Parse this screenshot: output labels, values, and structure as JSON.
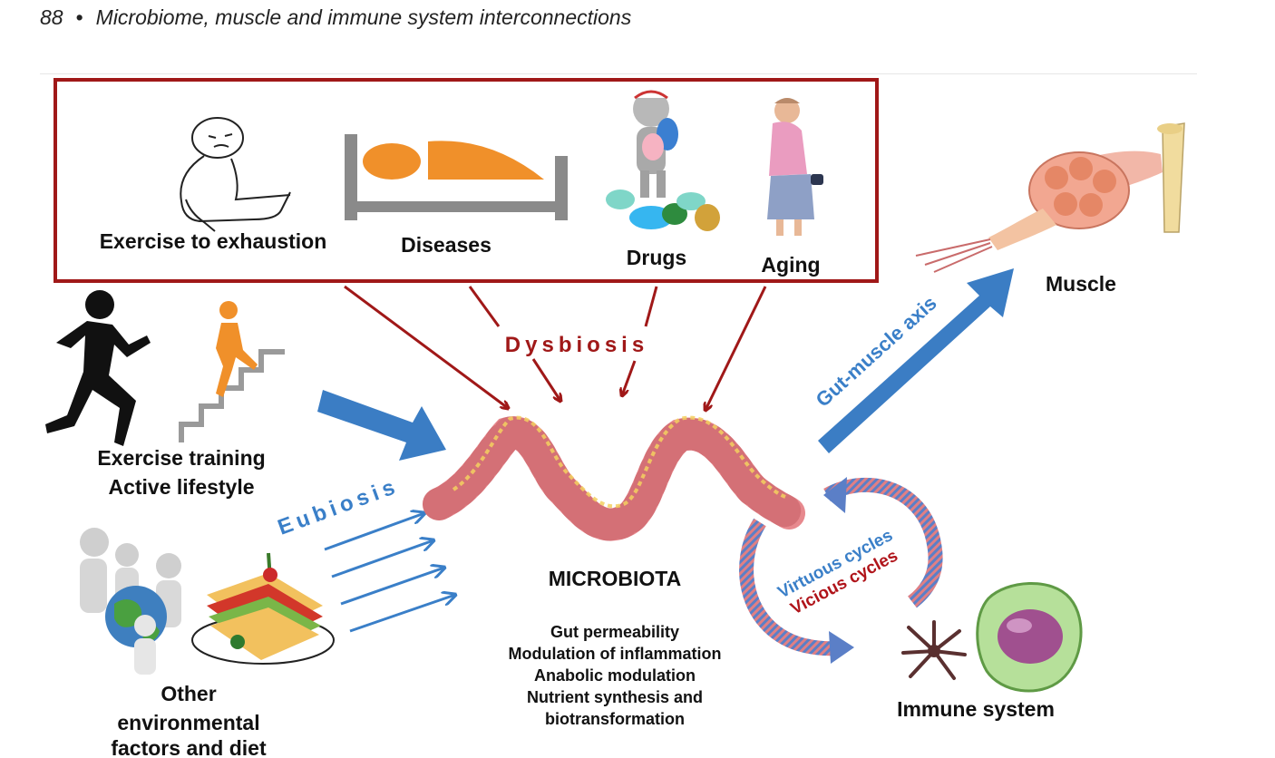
{
  "header": {
    "page_number": "88",
    "separator": "•",
    "running_title": "Microbiome, muscle and immune system interconnections"
  },
  "dysbiosis_factors": {
    "exercise_exhaustion": "Exercise to exhaustion",
    "diseases": "Diseases",
    "drugs": "Drugs",
    "aging": "Aging"
  },
  "dysbiosis_label": "Dysbiosis",
  "eubiosis_label": "Eubiosis",
  "exercise_training": {
    "line1": "Exercise training",
    "line2": "Active lifestyle"
  },
  "environment": {
    "line1": "Other",
    "line2": "environmental",
    "line3": "factors and diet"
  },
  "microbiota": {
    "title": "MICROBIOTA",
    "effects": [
      "Gut permeability",
      "Modulation of inflammation",
      "Anabolic modulation",
      "Nutrient synthesis and",
      "biotransformation"
    ]
  },
  "gut_muscle_axis": "Gut-muscle axis",
  "muscle_label": "Muscle",
  "cycles": {
    "virtuous": "Virtuous cycles",
    "vicious": "Vicious cycles"
  },
  "immune_label": "Immune system",
  "colors": {
    "dysbiosis_red": "#a01818",
    "eubiosis_blue": "#3a7fc8",
    "orange": "#f0902a",
    "gut_pink": "#e0868a"
  }
}
